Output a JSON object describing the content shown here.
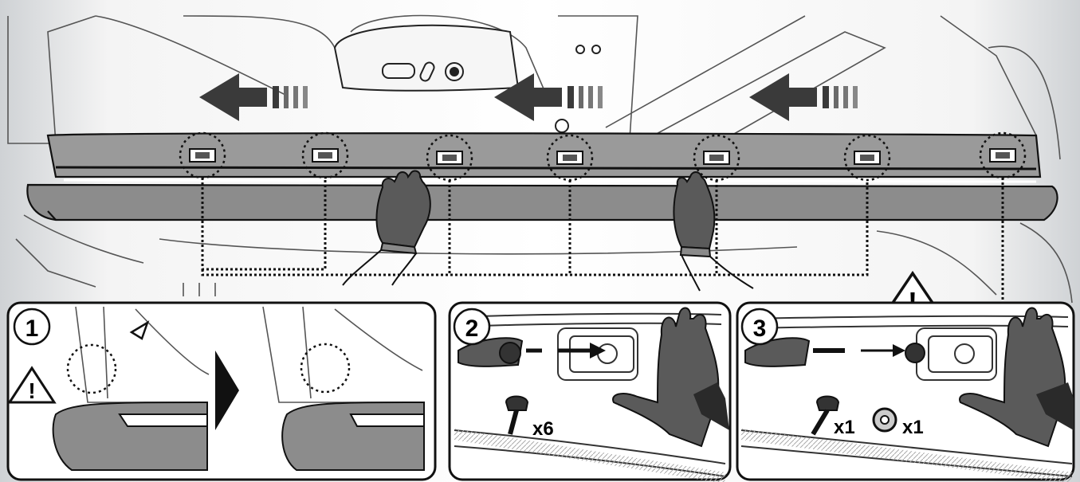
{
  "steps": [
    {
      "number": "1"
    },
    {
      "number": "2",
      "quantity": "x6"
    },
    {
      "number": "3",
      "quantity_screw": "x1",
      "quantity_washer": "x1"
    }
  ],
  "warning_symbol": "!",
  "icons": [
    "arrow-left-icon",
    "clip-icon",
    "glove-hand-icon",
    "warning-icon",
    "screw-icon",
    "washer-icon",
    "play-arrow-icon"
  ],
  "colors": {
    "line": "#1a1a1a",
    "sill": "#8c8c8c",
    "glove": "#5a5a5a",
    "arrow": "#3a3a3a",
    "arrow_tail": "#777777"
  }
}
